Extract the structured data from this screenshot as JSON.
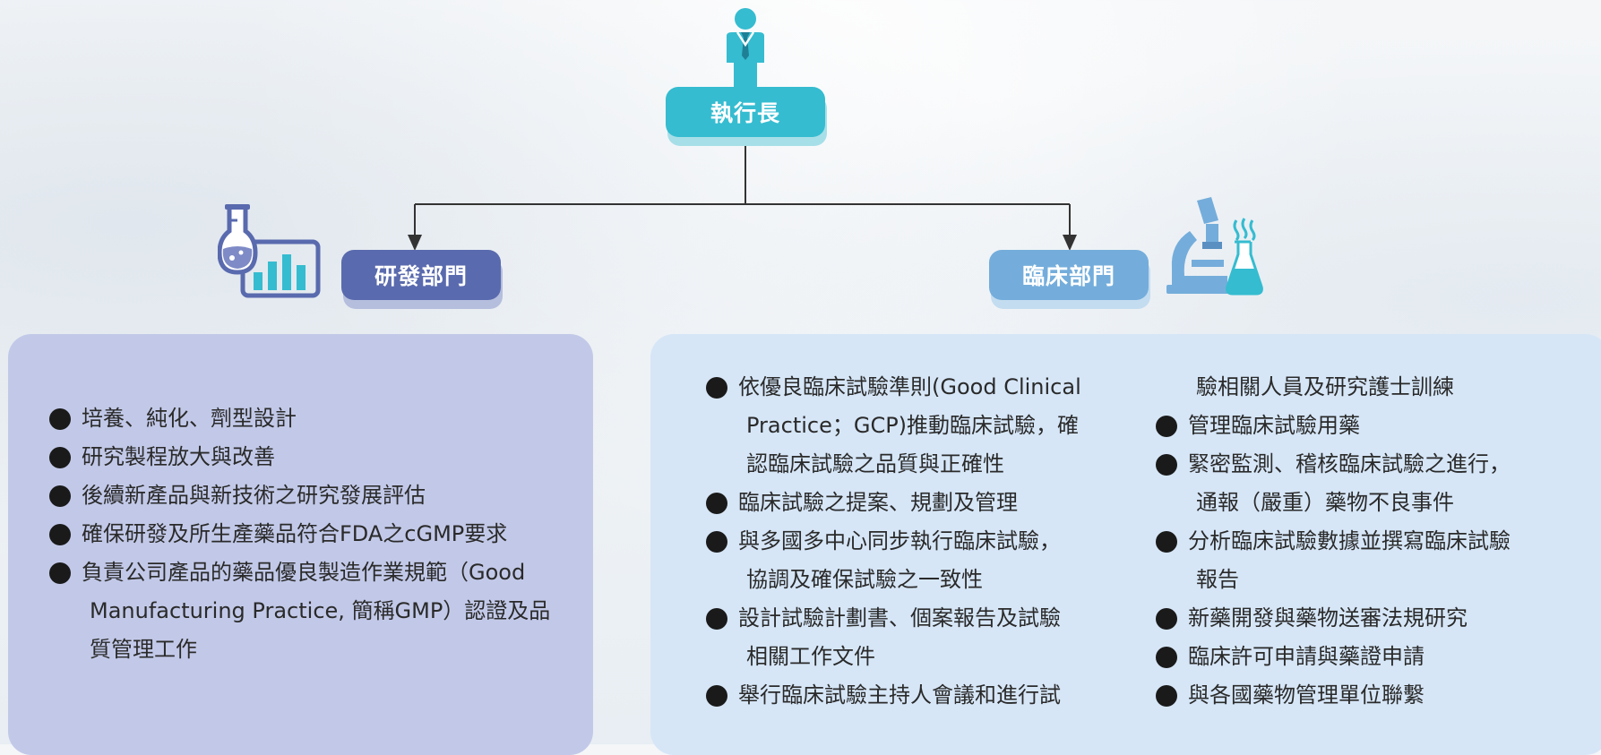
{
  "nodes": {
    "ceo": "執行長",
    "rd": "研發部門",
    "clinical": "臨床部門"
  },
  "icons": {
    "ceo": "person-tie-icon",
    "rd": "flask-chart-icon",
    "clinical": "microscope-flask-icon"
  },
  "colors": {
    "ceo": "#35bcd0",
    "rd": "#5a6aae",
    "clinical": "#74addb",
    "rd_panel": "#c2c9e8",
    "clinical_panel": "#d6e6f7"
  },
  "rd_items": [
    {
      "lines": [
        "培養、純化、劑型設計"
      ]
    },
    {
      "lines": [
        "研究製程放大與改善"
      ]
    },
    {
      "lines": [
        "後續新產品與新技術之研究發展評估"
      ]
    },
    {
      "lines": [
        "確保研發及所生產藥品符合FDA之cGMP要求"
      ]
    },
    {
      "lines": [
        "負責公司產品的藥品優良製造作業規範（Good",
        "Manufacturing Practice, 簡稱GMP）認證及品",
        "質管理工作"
      ]
    }
  ],
  "clinical_items_col1": [
    {
      "lines": [
        "依優良臨床試驗準則(Good Clinical",
        "Practice；GCP)推動臨床試驗，確",
        "認臨床試驗之品質與正確性"
      ]
    },
    {
      "lines": [
        "臨床試驗之提案、規劃及管理"
      ]
    },
    {
      "lines": [
        "與多國多中心同步執行臨床試驗，",
        "協調及確保試驗之一致性"
      ]
    },
    {
      "lines": [
        "設計試驗計劃書、個案報告及試驗",
        "相關工作文件"
      ]
    },
    {
      "lines": [
        "舉行臨床試驗主持人會議和進行試"
      ]
    }
  ],
  "clinical_continuation": "驗相關人員及研究護士訓練",
  "clinical_items_col2": [
    {
      "lines": [
        "管理臨床試驗用藥"
      ]
    },
    {
      "lines": [
        "緊密監測、稽核臨床試驗之進行，",
        "通報（嚴重）藥物不良事件"
      ]
    },
    {
      "lines": [
        "分析臨床試驗數據並撰寫臨床試驗",
        "報告"
      ]
    },
    {
      "lines": [
        "新藥開發與藥物送審法規研究"
      ]
    },
    {
      "lines": [
        "臨床許可申請與藥證申請"
      ]
    },
    {
      "lines": [
        "與各國藥物管理單位聯繫"
      ]
    }
  ]
}
